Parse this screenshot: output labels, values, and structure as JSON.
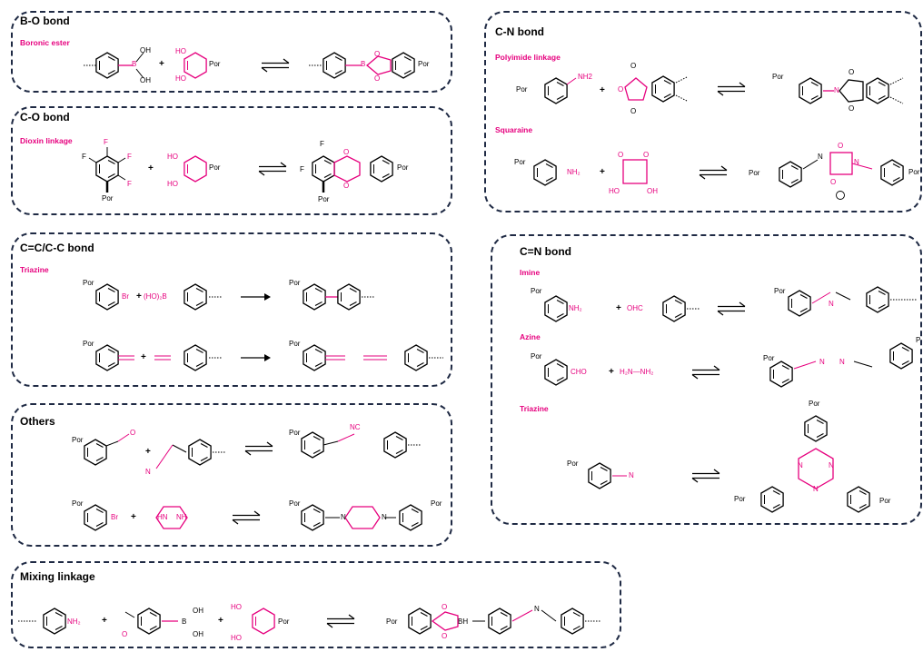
{
  "panels": {
    "bo": {
      "title": "B-O bond",
      "sub1": "Boronic ester"
    },
    "co": {
      "title": "C-O bond",
      "sub1": "Dioxin linkage"
    },
    "cc": {
      "title": "C=C/C-C bond",
      "sub1": "Triazine"
    },
    "others": {
      "title": "Others"
    },
    "mix": {
      "title": "Mixing linkage"
    },
    "cn": {
      "title": "C-N bond",
      "sub1": "Polyimide linkage",
      "sub2": "Squaraine"
    },
    "cneq": {
      "title": "C=N bond",
      "sub1": "Imine",
      "sub2": "Azine",
      "sub3": "Triazine"
    }
  },
  "labels": {
    "por": "Por",
    "oh": "OH",
    "ho": "HO",
    "o": "O",
    "b": "B",
    "f": "F",
    "br": "Br",
    "nh2": "NH2",
    "nh2_sub": "NH₂",
    "nh": "NH",
    "hn": "HN",
    "n": "N",
    "nc": "NC",
    "ho2b": "(HO)₂B",
    "cho": "CHO",
    "ohc": "OHC",
    "hydrazine": "H₂N—NH₂",
    "bh": "BH",
    "plus": "+",
    "p": "P"
  },
  "colors": {
    "frame": "#1f2a44",
    "accent": "#e6007e",
    "ink": "#000000"
  }
}
